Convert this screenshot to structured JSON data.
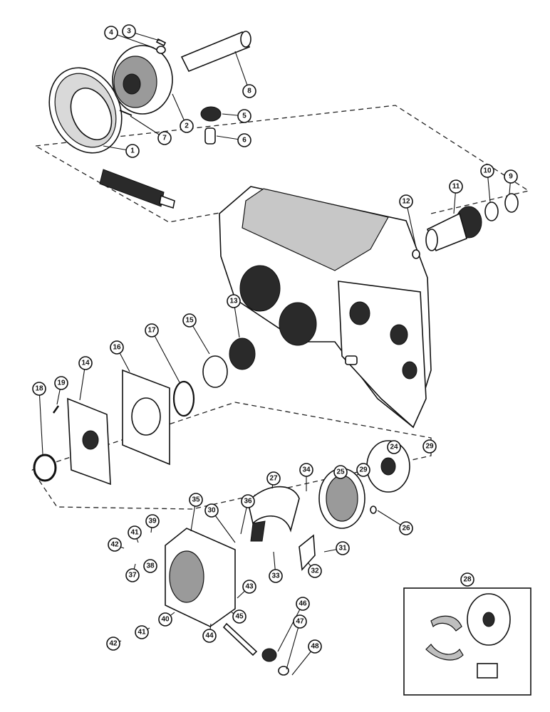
{
  "callouts": [
    "1",
    "2",
    "3",
    "4",
    "5",
    "6",
    "7",
    "8",
    "9",
    "10",
    "11",
    "12",
    "13",
    "14",
    "15",
    "16",
    "17",
    "18",
    "19",
    "24",
    "25",
    "26",
    "27",
    "28",
    "29",
    "30",
    "31",
    "32",
    "33",
    "34",
    "35",
    "36",
    "37",
    "38",
    "39",
    "40",
    "41",
    "42",
    "43",
    "44",
    "45",
    "46",
    "47",
    "48"
  ],
  "kit_label": "28"
}
